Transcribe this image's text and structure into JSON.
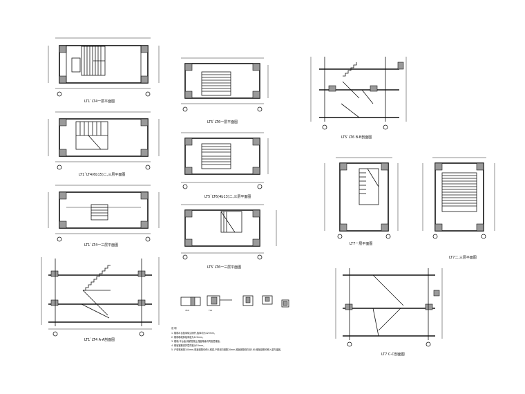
{
  "sheet": {
    "title": "Staircase structural drawings",
    "labels": {
      "d1": "LT1`LT4一层平面图",
      "d2": "LT1`LT4(6b15)二,三层平面图",
      "d3": "LT1`LT4一三层平面图",
      "d4": "LT1`LT4 A-A剖面图",
      "d5": "LT5`LT6一层平面图",
      "d6": "LT5`LT6(4b13)二,三层平面图",
      "d7": "LT5`LT6一三层平面图",
      "d8": "LT5`LT6 B-B剖面图",
      "d9": "LT7一层平面图",
      "d10": "LT7二,三层平面图",
      "d11": "LT7 C-C剖面图"
    },
    "detail_labels": [
      "450",
      "TL1"
    ],
    "notes": {
      "header": "说 明",
      "lines": [
        "1. 楼梯平台板厚除注明外,板厚均为125mm。",
        "2. 楼梯梯段斜板厚度为120mm。",
        "3. 楼梯,平台板,梯梁混凝土强度等级均同各层楼面。",
        "4. 梯板钢筋保护层厚度为15mm。",
        "5. 户型梯段宽100mm,梯板钢筋均伸入梯梁,户型双向钢筋20mm,梯板钢筋双向@180,梯板钢筋均伸入梁内锚固。"
      ]
    }
  }
}
